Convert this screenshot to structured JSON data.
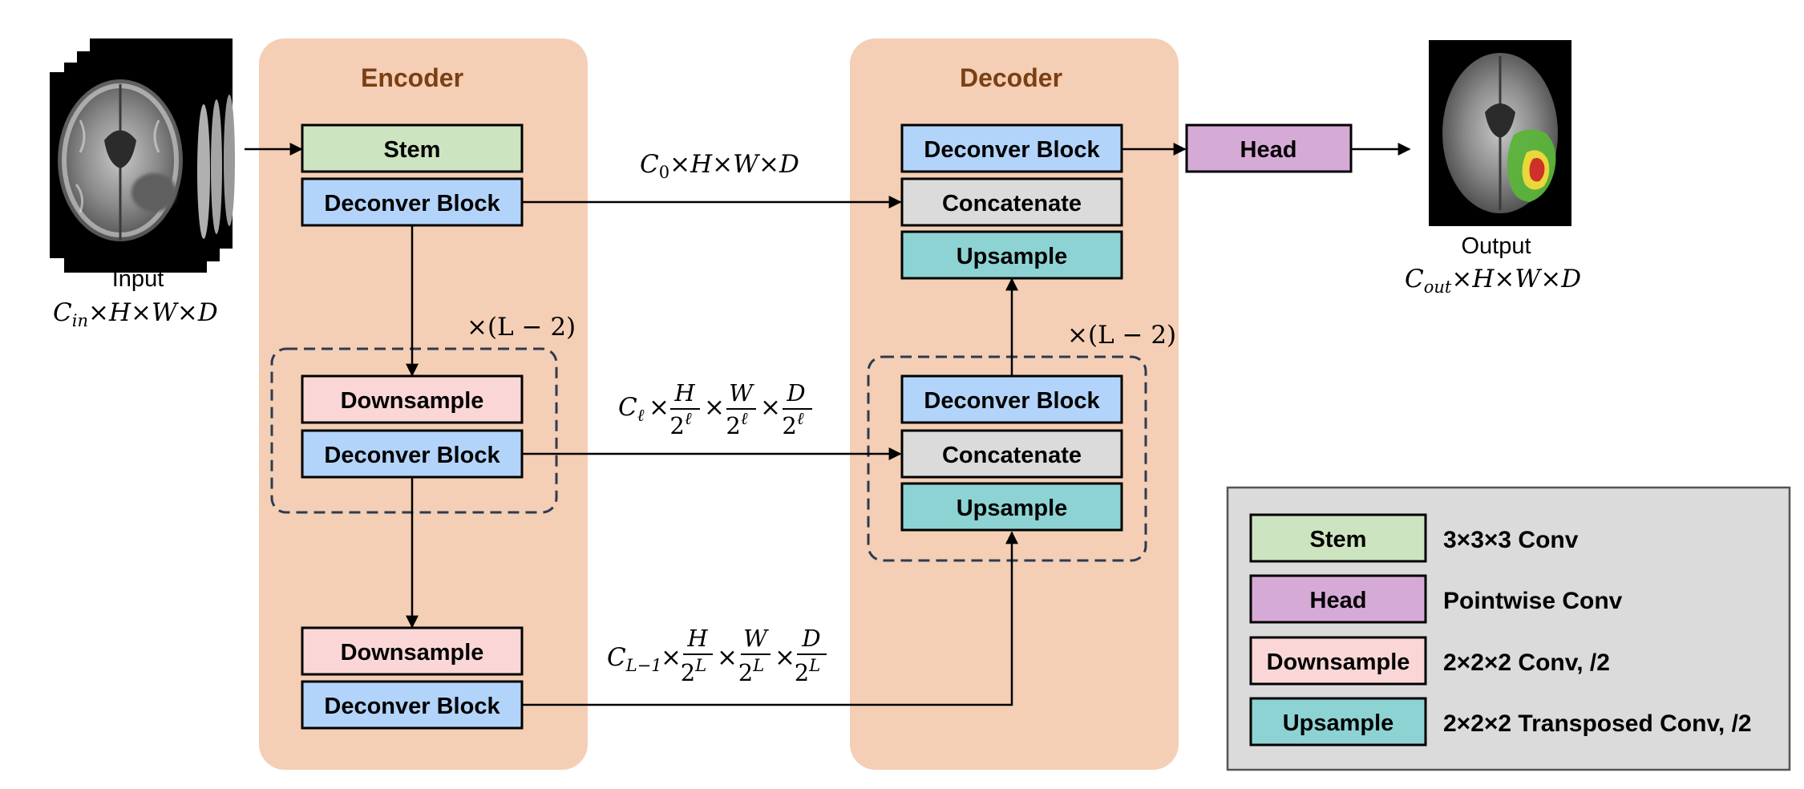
{
  "colors": {
    "panel": "#f4cfb5",
    "panel_title": "#7b3f14",
    "stem": "#cde4c0",
    "deconver": "#b3d4fa",
    "downsample": "#fad7d6",
    "upsample": "#8ed3d3",
    "concatenate": "#dbdbdb",
    "head": "#d6aad6",
    "legend_bg": "#dbdbdb"
  },
  "encoder": {
    "title": "Encoder",
    "stem": "Stem",
    "block1": "Deconver Block",
    "down_mid": "Downsample",
    "block_mid": "Deconver Block",
    "down_last": "Downsample",
    "block_last": "Deconver Block",
    "repeat_label": "×(L − 2)"
  },
  "decoder": {
    "title": "Decoder",
    "block_top": "Deconver Block",
    "concat_top": "Concatenate",
    "up_top": "Upsample",
    "block_mid": "Deconver Block",
    "concat_mid": "Concatenate",
    "up_mid": "Upsample",
    "repeat_label": "×(L − 2)"
  },
  "head": "Head",
  "input": {
    "label": "Input"
  },
  "output": {
    "label": "Output"
  },
  "legend": [
    {
      "name": "Stem",
      "desc": "3×3×3 Conv",
      "color": "#cde4c0"
    },
    {
      "name": "Head",
      "desc": "Pointwise Conv",
      "color": "#d6aad6"
    },
    {
      "name": "Downsample",
      "desc": "2×2×2 Conv, /2",
      "color": "#fad7d6"
    },
    {
      "name": "Upsample",
      "desc": "2×2×2 Transposed Conv, /2",
      "color": "#8ed3d3"
    }
  ]
}
